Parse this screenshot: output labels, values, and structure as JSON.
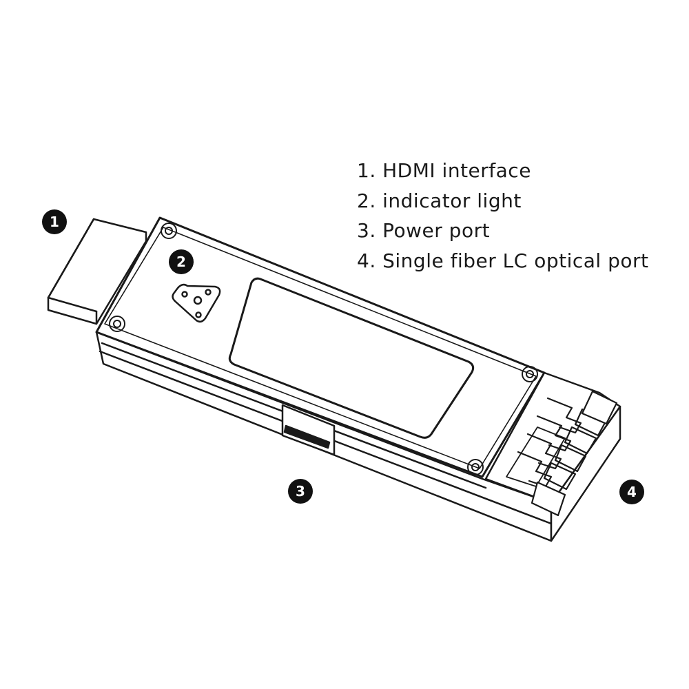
{
  "legend": [
    {
      "num": "1",
      "text": "1. HDMI interface"
    },
    {
      "num": "2",
      "text": "2. indicator light"
    },
    {
      "num": "3",
      "text": "3. Power port"
    },
    {
      "num": "4",
      "text": "4. Single fiber LC optical port"
    }
  ],
  "callouts": [
    "1",
    "2",
    "3",
    "4"
  ],
  "colors": {
    "line": "#1a1a1a",
    "callout_fill": "#111111",
    "callout_text": "#ffffff",
    "background": "#ffffff"
  }
}
